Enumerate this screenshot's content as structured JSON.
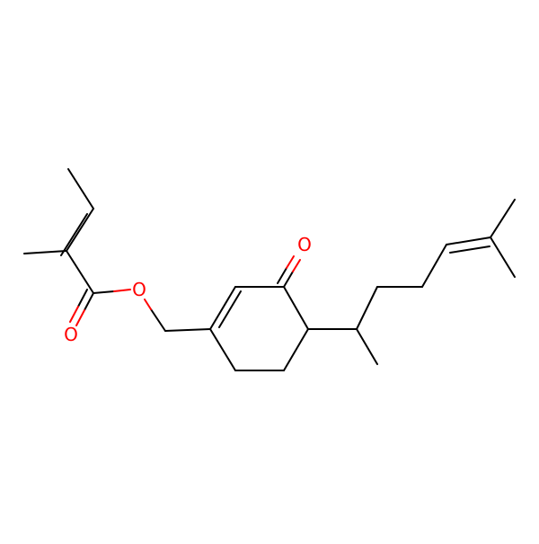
{
  "molecule": {
    "atom_labels": {
      "ester_carbonyl_oxygen": "O",
      "ester_ether_oxygen": "O",
      "ketone_oxygen": "O"
    },
    "colors": {
      "bond": "#000000",
      "oxygen": "#ff0000",
      "background": "#ffffff"
    }
  }
}
